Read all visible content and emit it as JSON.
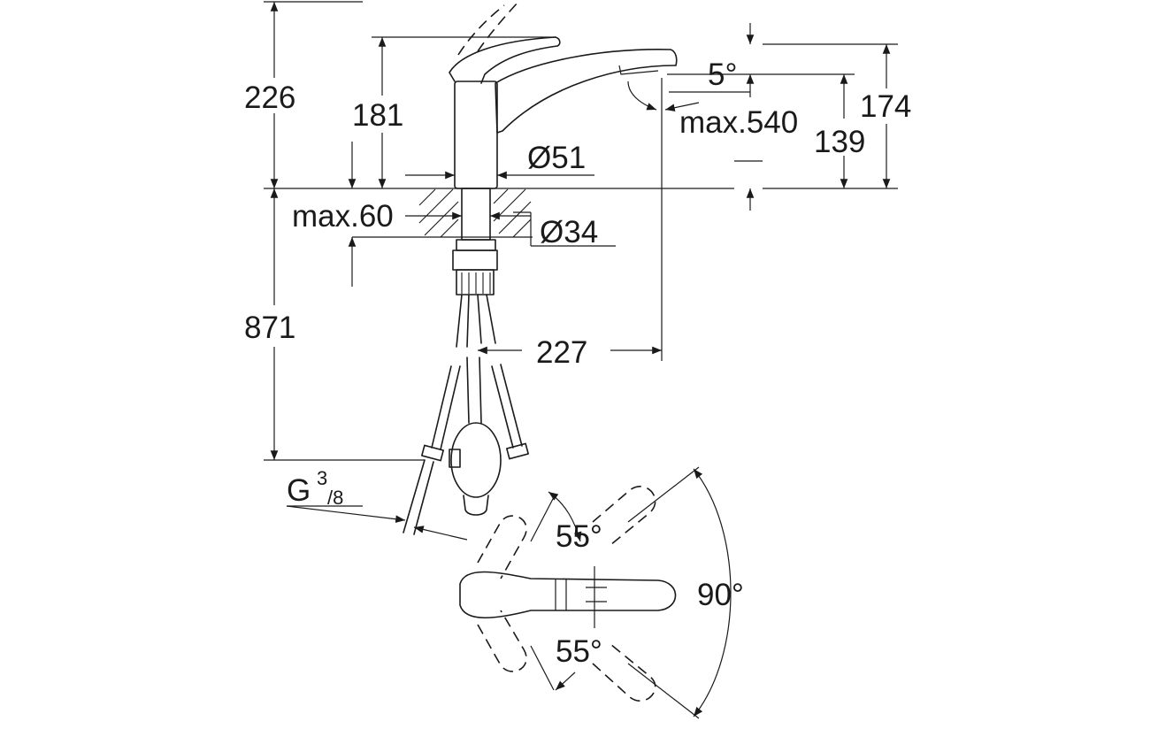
{
  "dimensions": {
    "height_total": "226",
    "height_spout_top": "181",
    "spout_angle": "5°",
    "height_174": "174",
    "max_reach": "max.540",
    "height_139": "139",
    "body_diameter": "Ø51",
    "max_countertop": "max.60",
    "shank_diameter": "Ø34",
    "hose_length": "871",
    "spout_projection": "227",
    "connection_thread_G": "G",
    "connection_thread_num": "3",
    "connection_thread_den": "/8",
    "lever_angle_up": "55°",
    "lever_angle_down": "55°",
    "lever_rotation": "90°"
  }
}
